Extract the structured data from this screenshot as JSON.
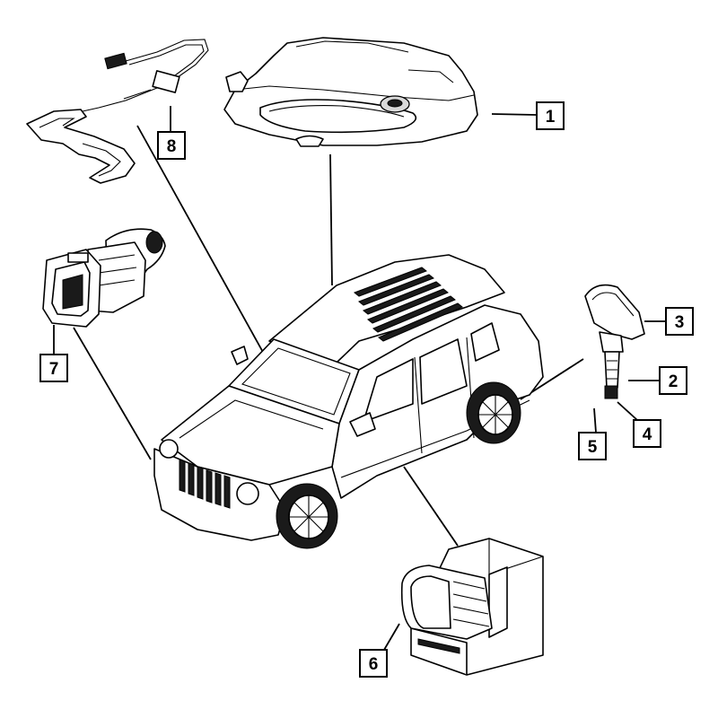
{
  "diagram": {
    "callouts": [
      {
        "id": "1",
        "label": "1"
      },
      {
        "id": "2",
        "label": "2"
      },
      {
        "id": "3",
        "label": "3"
      },
      {
        "id": "4",
        "label": "4"
      },
      {
        "id": "5",
        "label": "5"
      },
      {
        "id": "6",
        "label": "6"
      },
      {
        "id": "7",
        "label": "7"
      },
      {
        "id": "8",
        "label": "8"
      }
    ],
    "colors": {
      "ink": "#000000",
      "paper": "#ffffff",
      "shade": "#d9d9d9"
    },
    "parts": [
      {
        "callout": "1",
        "icon": "overhead-console-icon"
      },
      {
        "callout": "2",
        "icon": "tire-pressure-sensor-icon"
      },
      {
        "callout": "3",
        "icon": "sensor-housing-icon"
      },
      {
        "callout": "4",
        "icon": "valve-stem-icon"
      },
      {
        "callout": "5",
        "icon": "valve-cap-icon"
      },
      {
        "callout": "6",
        "icon": "module-connector-icon"
      },
      {
        "callout": "7",
        "icon": "harness-connector-icon"
      },
      {
        "callout": "8",
        "icon": "antenna-wire-harness-icon"
      }
    ]
  }
}
